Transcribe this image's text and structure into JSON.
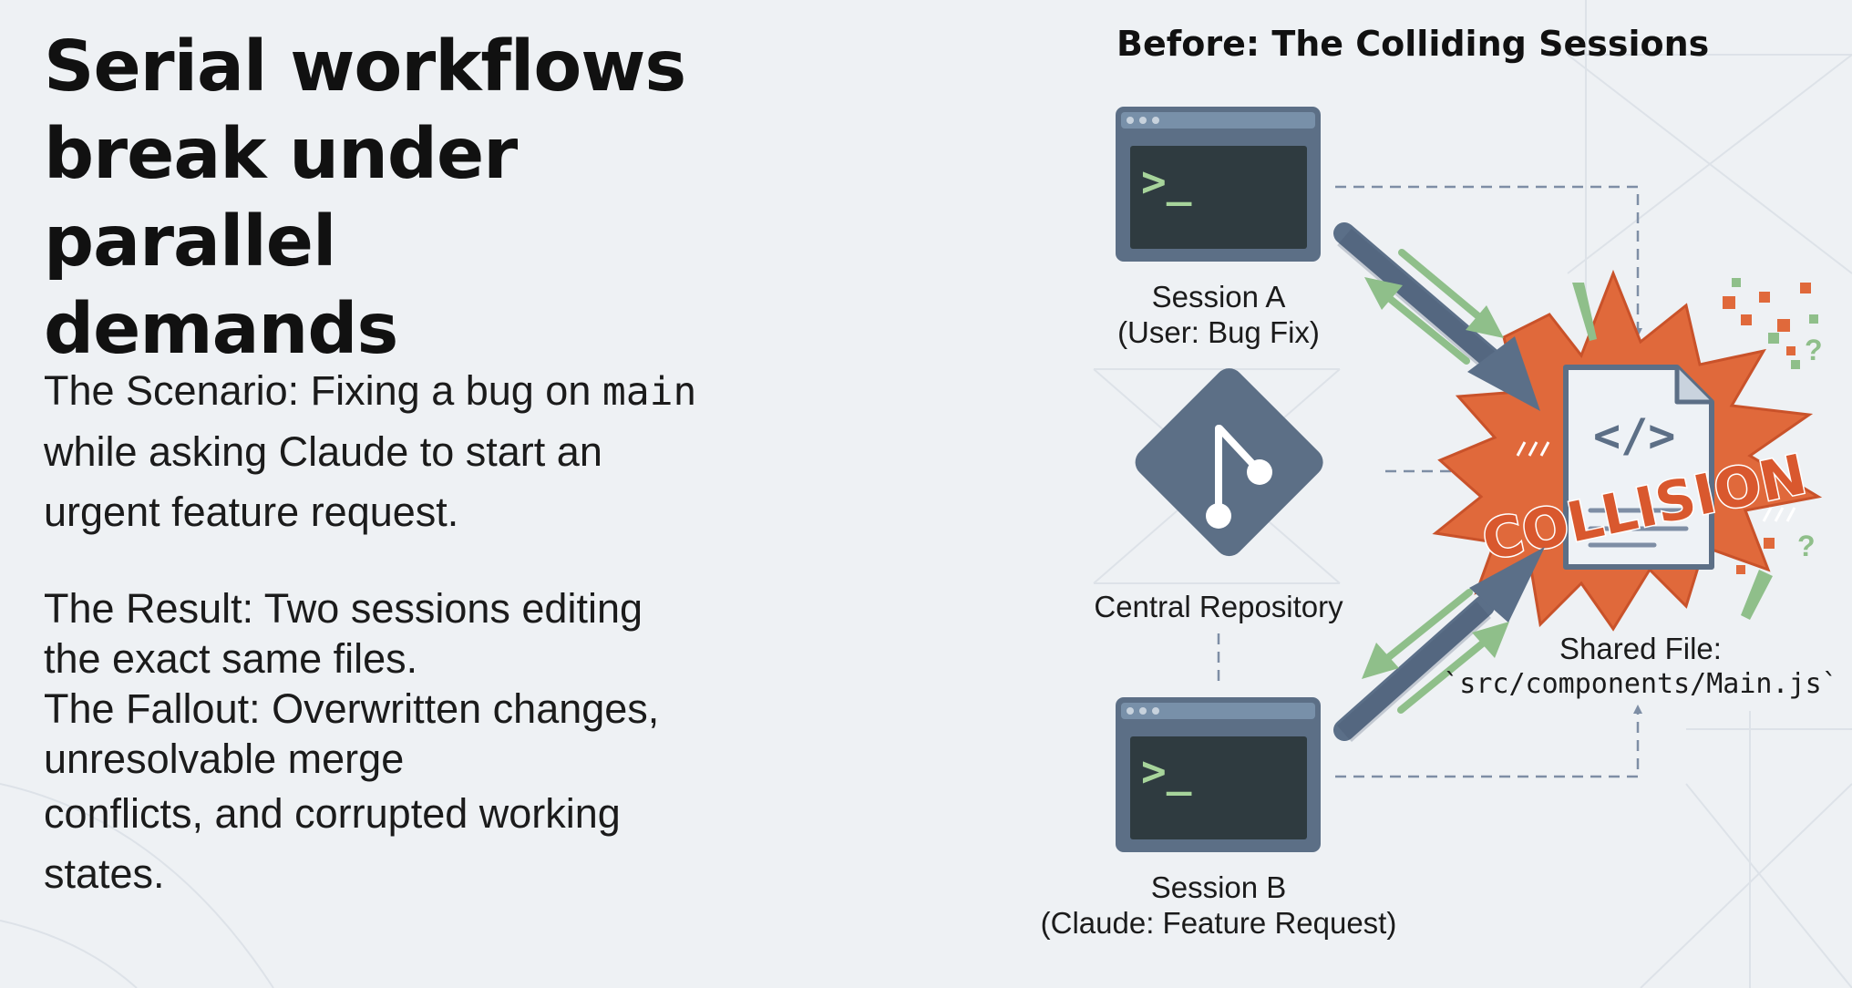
{
  "slide": {
    "title_lines": [
      "Serial workflows",
      "break under parallel",
      "demands"
    ],
    "scenario": {
      "prefix": "The Scenario: Fixing a bug on ",
      "code": "main",
      "line2": "while asking Claude to start an",
      "line3": "urgent feature request."
    },
    "result": {
      "line1": "The Result: Two sessions editing",
      "line2": "the exact same files."
    },
    "fallout": {
      "line1": "The Fallout: Overwritten changes,",
      "line2": "unresolvable merge",
      "line3": "conflicts, and corrupted working",
      "line4": "states."
    }
  },
  "diagram": {
    "title": "Before: The Colliding Sessions",
    "session_a": {
      "name": "Session A",
      "role": "(User: Bug Fix)",
      "prompt": ">_"
    },
    "repository": {
      "name": "Central Repository"
    },
    "session_b": {
      "name": "Session B",
      "role": "(Claude: Feature Request)",
      "prompt": ">_"
    },
    "shared_file": {
      "name": "Shared File:",
      "path": "`src/components/Main.js`",
      "code_icon": "</>"
    },
    "collision_label": "COLLISION",
    "marks": [
      "?",
      "?"
    ],
    "colors": {
      "arrow": "#5b6f88",
      "sync_arrow": "#8fbf8a",
      "burst": "#e0693b",
      "terminal_screen": "#2f3b40",
      "prompt": "#a7d49b"
    },
    "icons": [
      "terminal-icon",
      "git-icon",
      "file-code-icon",
      "collision-burst-icon"
    ]
  }
}
